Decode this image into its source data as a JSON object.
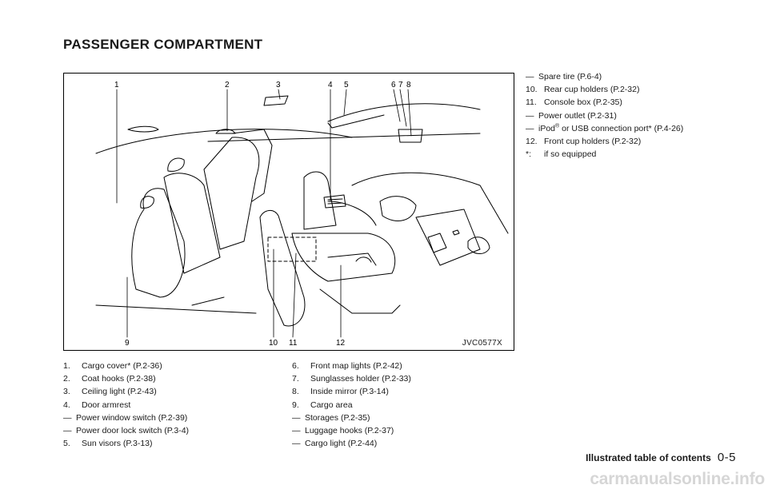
{
  "section_title": "PASSENGER COMPARTMENT",
  "figure": {
    "code": "JVC0577X",
    "callouts": [
      "1",
      "2",
      "3",
      "4",
      "5",
      "6",
      "7",
      "8",
      "9",
      "10",
      "11",
      "12"
    ]
  },
  "list_left": [
    {
      "num": "1.",
      "text": "Cargo cover* (P.2-36)"
    },
    {
      "num": "2.",
      "text": "Coat hooks (P.2-38)"
    },
    {
      "num": "3.",
      "text": "Ceiling light (P.2-43)"
    },
    {
      "num": "4.",
      "text": "Door armrest"
    },
    {
      "sub": "Power window switch (P.2-39)"
    },
    {
      "sub": "Power door lock switch (P.3-4)"
    },
    {
      "num": "5.",
      "text": "Sun visors (P.3-13)"
    }
  ],
  "list_mid": [
    {
      "num": "6.",
      "text": "Front map lights (P.2-42)"
    },
    {
      "num": "7.",
      "text": "Sunglasses holder (P.2-33)"
    },
    {
      "num": "8.",
      "text": "Inside mirror (P.3-14)"
    },
    {
      "num": "9.",
      "text": "Cargo area"
    },
    {
      "sub": "Storages (P.2-35)"
    },
    {
      "sub": "Luggage hooks (P.2-37)"
    },
    {
      "sub": "Cargo light (P.2-44)"
    }
  ],
  "list_right": [
    {
      "sub": "Spare tire (P.6-4)"
    },
    {
      "num": "10.",
      "text": "Rear cup holders (P.2-32)"
    },
    {
      "num": "11.",
      "text": "Console box (P.2-35)"
    },
    {
      "sub": "Power outlet (P.2-31)"
    },
    {
      "sub_ipod": true,
      "pre": "iPod",
      "sup": "®",
      "post": " or USB connection port* (P.4-26)"
    },
    {
      "num": "12.",
      "text": "Front cup holders (P.2-32)"
    },
    {
      "num": "*:",
      "text": "if so equipped"
    }
  ],
  "dash": "—",
  "footer": {
    "label": "Illustrated table of contents",
    "page": "0-5",
    "watermark": "carmanualsonline.info"
  }
}
